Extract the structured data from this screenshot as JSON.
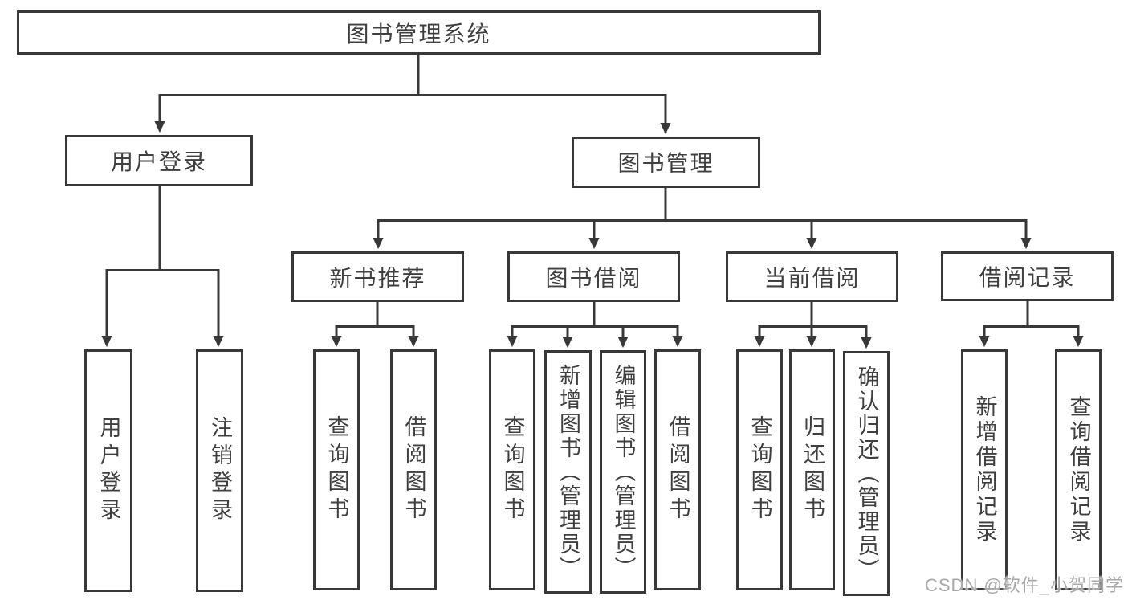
{
  "tree": {
    "root": {
      "label": "图书管理系统"
    },
    "branches": [
      {
        "label": "用户登录",
        "children": [
          {
            "label": "用户登录"
          },
          {
            "label": "注销登录"
          }
        ]
      },
      {
        "label": "图书管理",
        "children": [
          {
            "label": "新书推荐",
            "children": [
              {
                "label": "查询图书"
              },
              {
                "label": "借阅图书"
              }
            ]
          },
          {
            "label": "图书借阅",
            "children": [
              {
                "label": "查询图书"
              },
              {
                "label": "新增图书（管理员）"
              },
              {
                "label": "编辑图书（管理员）"
              },
              {
                "label": "借阅图书"
              }
            ]
          },
          {
            "label": "当前借阅",
            "children": [
              {
                "label": "查询图书"
              },
              {
                "label": "归还图书"
              },
              {
                "label": "确认归还（管理员）"
              }
            ]
          },
          {
            "label": "借阅记录",
            "children": [
              {
                "label": "新增借阅记录"
              },
              {
                "label": "查询借阅记录"
              }
            ]
          }
        ]
      }
    ]
  },
  "watermark": {
    "text": "CSDN @软件_小贺同学"
  },
  "colors": {
    "line": "#383838",
    "box_border": "#383838",
    "text": "#3f3f3f",
    "background": "#ffffff",
    "watermark": "#a8a8a8"
  }
}
